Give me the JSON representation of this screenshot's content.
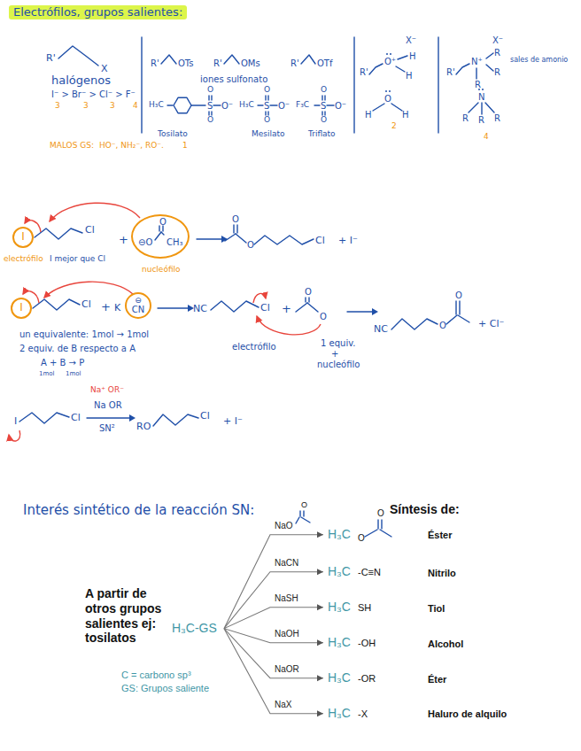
{
  "diagram": {
    "title": "Electrófilos, grupos salientes:",
    "nodes": [
      {
        "text": [
          "I"
        ]
      },
      {
        "text": [
          "O",
          "⊖O",
          "CH₃"
        ]
      },
      {
        "text": [
          "I"
        ]
      },
      {
        "text": [
          "⊖",
          "CN"
        ]
      },
      {
        "text": [
          "A partir de otros grupos salientes ej: tosilatos",
          "H₃C-GS"
        ]
      },
      {
        "text": [
          "H₃C",
          "O",
          "O"
        ]
      },
      {
        "text": [
          "H₃C",
          "-C≡N"
        ]
      },
      {
        "text": [
          "H₃C",
          "SH"
        ]
      },
      {
        "text": [
          "H₃C",
          "-OH"
        ]
      },
      {
        "text": [
          "H₃C",
          "-OR"
        ]
      },
      {
        "text": [
          "H₃C",
          "-X"
        ]
      }
    ],
    "edges": [
      {
        "from": 4,
        "to": 5,
        "label": "NaO",
        "arrow": "to"
      },
      {
        "from": 4,
        "to": 6,
        "label": "NaCN",
        "arrow": "to"
      },
      {
        "from": 4,
        "to": 7,
        "label": "NaSH",
        "arrow": "to"
      },
      {
        "from": 4,
        "to": 8,
        "label": "NaOH",
        "arrow": "to"
      },
      {
        "from": 4,
        "to": 9,
        "label": "NaOR",
        "arrow": "to"
      },
      {
        "from": 4,
        "to": 10,
        "label": "NaX",
        "arrow": "to"
      }
    ],
    "labels": [
      "R'",
      "X",
      "halógenos",
      "I⁻ > Br⁻ > Cl⁻ > F⁻",
      "3",
      "3",
      "3",
      "4",
      "MALOS GS:",
      "HO⁻, NH₂⁻, RO⁻.",
      "R'",
      "OTs",
      "R'",
      "OMs",
      "R'",
      "OTf",
      "iones sulfonato",
      "H₃C",
      "S",
      "O⁻",
      "O",
      "O",
      "H₃C",
      "S",
      "O⁻",
      "O",
      "O",
      "F₃C",
      "S",
      "O⁻",
      "O",
      "O",
      "Tosilato",
      "Mesilato",
      "Triflato",
      "1",
      "X⁻",
      "R'",
      "O⁺",
      "H",
      "H",
      "O",
      "H",
      "H",
      "2",
      "X⁻",
      "R'",
      "N⁺",
      "R",
      "R",
      "R",
      "sales de amonio",
      "N",
      "R",
      "R",
      "R",
      "4",
      "Cl",
      "electrófilo",
      "I mejor que Cl",
      "+",
      "nucleófilo",
      "O",
      "O",
      "Cl",
      "+ I⁻",
      "Cl",
      "+",
      "K",
      "NC",
      "Cl",
      "+",
      "O",
      "O",
      "NC",
      "O",
      "O",
      "+ Cl⁻",
      "un equivalente: 1mol → 1mol",
      "2 equiv. de B respecto a A",
      "A + B → P",
      "1mol",
      "1mol",
      "electrófilo",
      "1 equiv.",
      "+",
      "nucleófilo",
      "Na⁺ OR⁻",
      "Na OR",
      "SN²",
      "I",
      "Cl",
      "RO",
      "Cl",
      "+ I⁻",
      "Síntesis de:",
      "C = carbono sp³",
      "GS: Grupos saliente",
      "Éster",
      "Nitrilo",
      "Tiol",
      "Alcohol",
      "Éter",
      "Haluro de alquilo",
      "O",
      "Interés sintético de la reacción SN:"
    ]
  }
}
